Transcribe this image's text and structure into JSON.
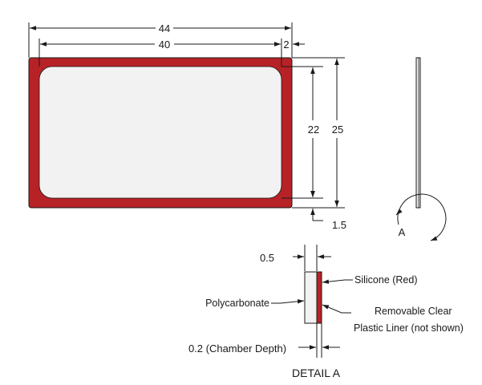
{
  "colors": {
    "silicone": "#b72226",
    "window": "#f2f2f2",
    "line": "#1a1a1a"
  },
  "dimensions": {
    "overall_width": "44",
    "inner_width": "40",
    "border_width": "2",
    "inner_height": "22",
    "overall_height": "25",
    "bottom_border": "1.5",
    "silicone_thickness": "0.5",
    "chamber_depth": "0.2 (Chamber Depth)"
  },
  "side_view": {
    "detail_callout": "A"
  },
  "detail": {
    "title": "DETAIL A",
    "labels": {
      "silicone": "Silicone (Red)",
      "polycarbonate": "Polycarbonate",
      "liner_line1": "Removable Clear",
      "liner_line2": "Plastic Liner (not shown)"
    }
  }
}
